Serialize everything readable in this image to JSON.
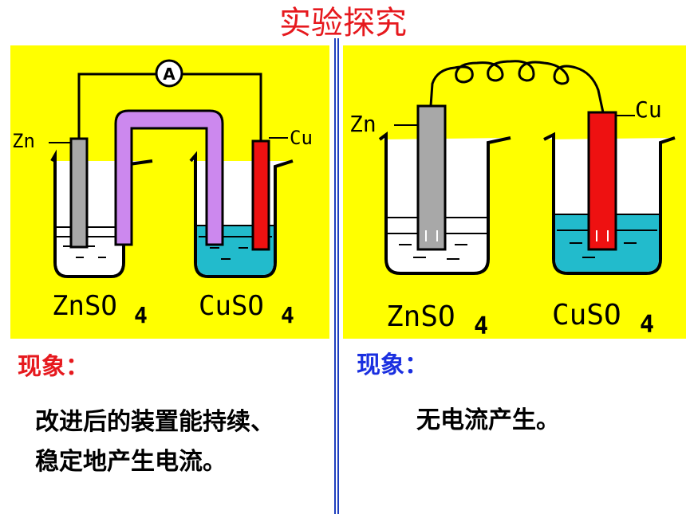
{
  "title": "实验探究",
  "left": {
    "electrode_left": "Zn",
    "electrode_right": "Cu",
    "solution_left": "ZnSO",
    "solution_right": "CuSO",
    "subscript": "4",
    "ammeter_symbol": "A",
    "phenomenon_label": "现象：",
    "observation_line1": "改进后的装置能持续、",
    "observation_line2": "稳定地产生电流。"
  },
  "right": {
    "electrode_left": "Zn",
    "electrode_right": "Cu",
    "solution_left": "ZnSO",
    "solution_right": "CuSO",
    "subscript": "4",
    "phenomenon_label": "现象：",
    "observation": "无电流产生。"
  },
  "colors": {
    "title": "#e6191e",
    "panel_bg": "#ffff00",
    "zinc": "#a8a8a8",
    "copper": "#ee1111",
    "salt_bridge": "#cc88ee",
    "cuso4_solution": "#22bbcc",
    "left_label": "#e6191e",
    "right_label": "#1a2fe0",
    "divider": "#1f3fbf"
  }
}
